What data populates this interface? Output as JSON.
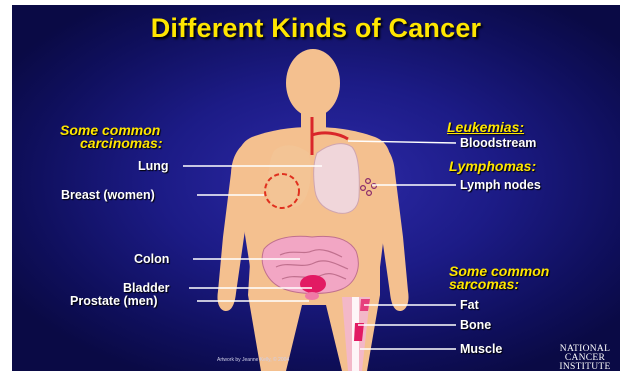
{
  "title": "Different Kinds of Cancer",
  "left": {
    "carcinomas_header_1": "Some common",
    "carcinomas_header_2": "carcinomas:",
    "lung": "Lung",
    "breast": "Breast (women)",
    "colon": "Colon",
    "bladder": "Bladder",
    "prostate": "Prostate (men)"
  },
  "right": {
    "leukemias_header": "Leukemias:",
    "bloodstream": "Bloodstream",
    "lymphomas_header": "Lymphomas:",
    "lymph_nodes": "Lymph nodes",
    "sarcomas_header_1": "Some common",
    "sarcomas_header_2": "sarcomas:",
    "fat": "Fat",
    "bone": "Bone",
    "muscle": "Muscle"
  },
  "credit": "Artwork by Jeanne Kelly, © 2004",
  "logo": [
    "NATIONAL",
    "CANCER",
    "INSTITUTE"
  ],
  "colors": {
    "background": "#1c1b86",
    "title": "#ffe600",
    "body": "#f4c08f",
    "organs": "#f2a6c4",
    "bone": "#f3b8c8",
    "highlight": "#e21a63",
    "blood_vessel": "#d9262a",
    "breast_circle": "#e0301e"
  }
}
